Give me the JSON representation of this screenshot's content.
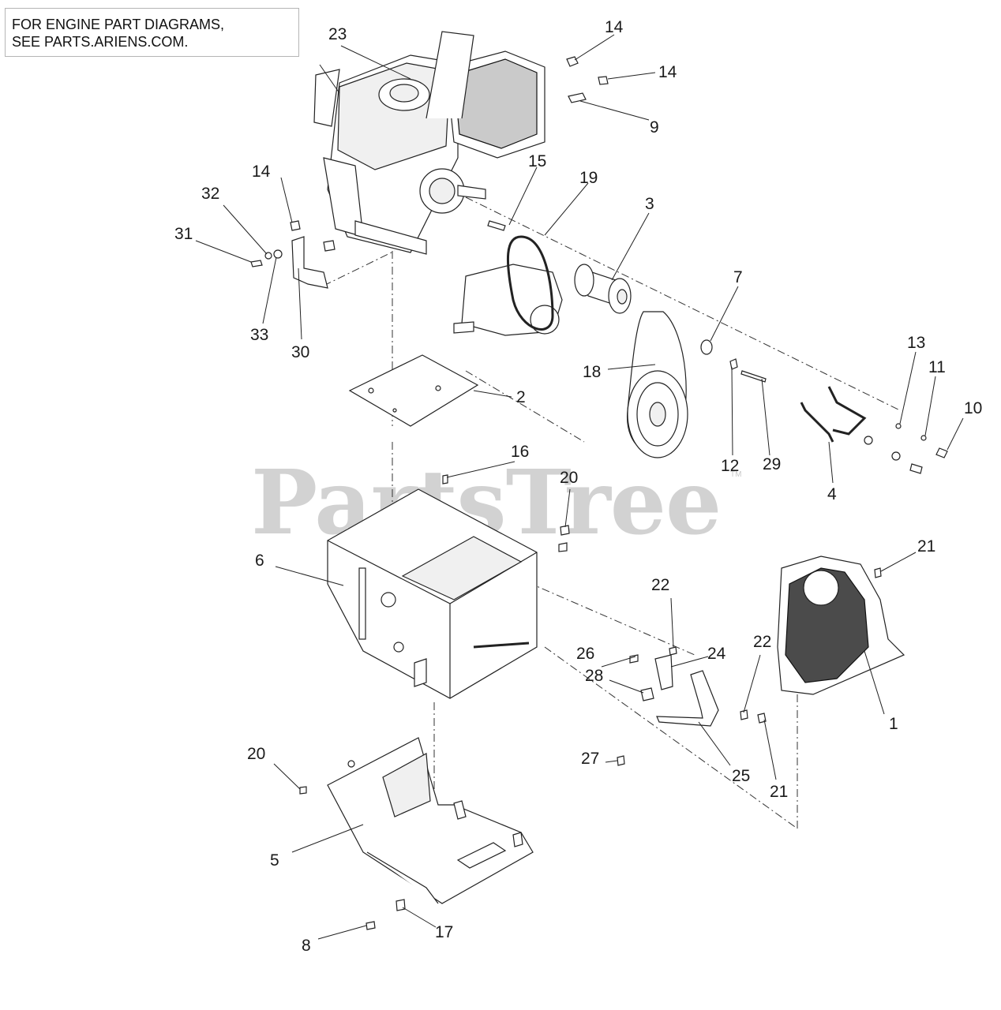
{
  "note": {
    "line1": "FOR ENGINE PART DIAGRAMS,",
    "line2": "SEE PARTS.ARIENS.COM."
  },
  "watermark": {
    "text": "PartsTree",
    "mark": "TM"
  },
  "callouts": {
    "c1": "1",
    "c2": "2",
    "c3": "3",
    "c4": "4",
    "c5": "5",
    "c6": "6",
    "c7": "7",
    "c8": "8",
    "c9": "9",
    "c10": "10",
    "c11": "11",
    "c12": "12",
    "c13": "13",
    "c14a": "14",
    "c14b": "14",
    "c14c": "14",
    "c15": "15",
    "c16": "16",
    "c17": "17",
    "c18": "18",
    "c19": "19",
    "c20a": "20",
    "c20b": "20",
    "c21a": "21",
    "c21b": "21",
    "c22a": "22",
    "c22b": "22",
    "c23": "23",
    "c24": "24",
    "c25": "25",
    "c26": "26",
    "c27": "27",
    "c28": "28",
    "c29": "29",
    "c30": "30",
    "c31": "31",
    "c32": "32",
    "c33": "33"
  }
}
